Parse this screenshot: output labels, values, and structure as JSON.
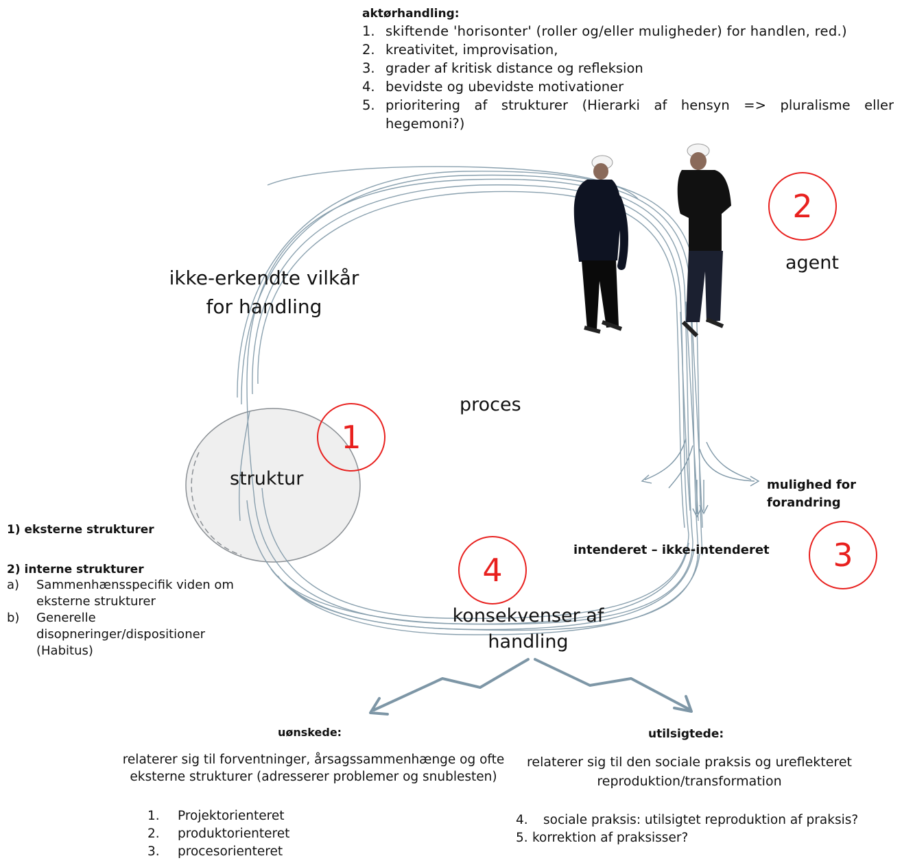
{
  "actor_box": {
    "title": "aktørhandling:",
    "items": [
      {
        "n": "1.",
        "text": "skiftende 'horisonter' (roller og/eller muligheder) for handlen, red.)"
      },
      {
        "n": "2.",
        "text": "kreativitet, improvisation,"
      },
      {
        "n": "3.",
        "text": "grader af kritisk distance og refleksion"
      },
      {
        "n": "4.",
        "text": "bevidste og ubevidste motivationer"
      },
      {
        "n": "5.",
        "text": "prioritering af strukturer (Hierarki af hensyn => pluralisme eller hegemoni?)"
      }
    ]
  },
  "labels": {
    "unrecognized": "ikke-erkendte vilkår for handling",
    "process": "proces",
    "structure": "struktur",
    "agent": "agent",
    "change": "mulighed for forandring",
    "intended": "intenderet – ikke-intenderet",
    "consequences": "konsekvenser af handling"
  },
  "markers": [
    "1",
    "2",
    "3",
    "4"
  ],
  "structures": {
    "external": "1) eksterne strukturer",
    "internal_title": "2) interne strukturer",
    "internal_items": [
      {
        "n": "a)",
        "text": "Sammenhænsspecifik viden om eksterne strukturer"
      },
      {
        "n": "b)",
        "text": "Generelle disopneringer/dispositioner (Habitus)"
      }
    ]
  },
  "desired": {
    "title": "uønskede:",
    "description": "relaterer sig til forventninger, årsagssammenhænge og ofte eksterne strukturer (adresserer problemer og snublesten)",
    "items": [
      {
        "n": "1.",
        "text": "Projektorienteret"
      },
      {
        "n": "2.",
        "text": "produktorienteret"
      },
      {
        "n": "3.",
        "text": "procesorienteret"
      }
    ]
  },
  "unintended": {
    "title": "utilsigtede:",
    "description": "relaterer sig til den sociale praksis og ureflekteret reproduktion/transformation",
    "items": [
      {
        "n": "4.",
        "text": "sociale praksis: utilsigtet reproduktion af praksis?"
      },
      {
        "n": "5.",
        "text": "korrektion af praksisser?"
      }
    ]
  },
  "colors": {
    "loop": "#7d96a6",
    "marker": "#e8201e",
    "arrow": "#7d96a6",
    "structure_fill": "#efefef"
  }
}
